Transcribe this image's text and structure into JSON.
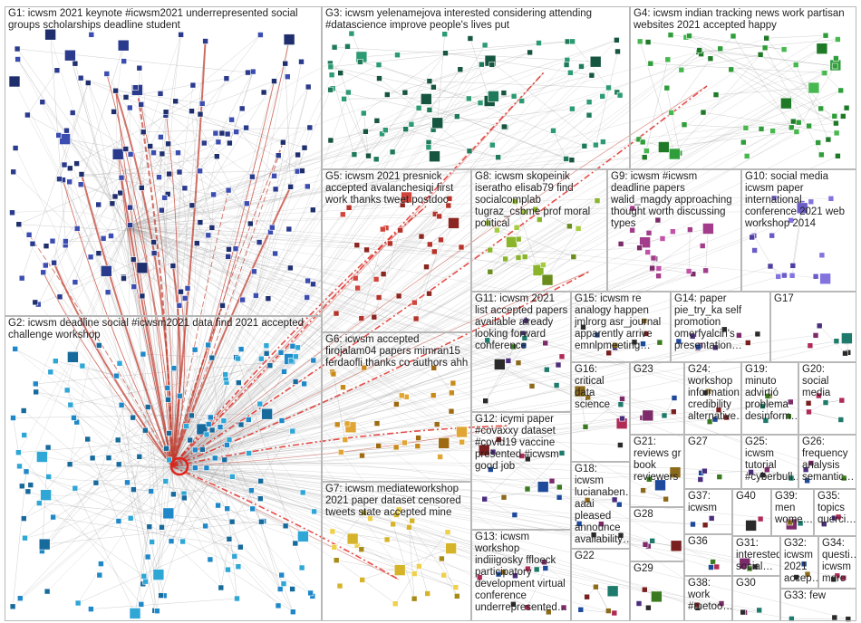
{
  "graph": {
    "groups": [
      {
        "id": "G1",
        "label": "G1: icwsm 2021 keynote #icwsm2021 underrepresented social groups scholarships deadline student"
      },
      {
        "id": "G2",
        "label": "G2: icwsm deadline social #icwsm2021 data find 2021 accepted challenge workshop"
      },
      {
        "id": "G3",
        "label": "G3: icwsm yelenamejova interested considering attending #datascience improve people's lives put"
      },
      {
        "id": "G4",
        "label": "G4: icwsm indian tracking news work partisan websites 2021 accepted happy"
      },
      {
        "id": "G5",
        "label": "G5: icwsm 2021 presnick accepted avalanchesiqi first work thanks tweet postdoc"
      },
      {
        "id": "G6",
        "label": "G6: icwsm accepted firojalam04 papers mimran15 ferdaofli thanks co authors ahh"
      },
      {
        "id": "G7",
        "label": "G7: icwsm mediateworkshop 2021 paper dataset censored tweets state accepted mine"
      },
      {
        "id": "G8",
        "label": "G8: icwsm skopeinik iseratho elisab79 find socialcomplab tugraz_csbme prof moral political"
      },
      {
        "id": "G9",
        "label": "G9: icwsm #icwsm deadline papers walid_magdy approaching thought worth discussing types"
      },
      {
        "id": "G10",
        "label": "G10: social media icwsm paper international conference 2021 web workshop 2014"
      },
      {
        "id": "G11",
        "label": "G11: icwsm 2021 list accepted papers available already looking forward conference"
      },
      {
        "id": "G12",
        "label": "G12: icymi paper #covaxxy dataset #covid19 vaccine presented #icwsm good job"
      },
      {
        "id": "G13",
        "label": "G13: icwsm workshop indiiigosky ffloeck participatory development virtual conference underrepresented…"
      },
      {
        "id": "G14",
        "label": "G14: paper pie_try_ka self promotion omerfyalcin's presentation…"
      },
      {
        "id": "G15",
        "label": "G15: icwsm re analogy happen jmlrorg asr_journal apparently arrive emnlpmeeting…"
      },
      {
        "id": "G16",
        "label": "G16: critical data science"
      },
      {
        "id": "G17",
        "label": "G17"
      },
      {
        "id": "G18",
        "label": "G18: icwsm lucianaben… aaai pleased announce availability…"
      },
      {
        "id": "G19",
        "label": "G19: minuto advirtió problema desinform…"
      },
      {
        "id": "G20",
        "label": "G20: social media"
      },
      {
        "id": "G21",
        "label": "G21: reviews gr book reviewers"
      },
      {
        "id": "G22",
        "label": "G22"
      },
      {
        "id": "G23",
        "label": "G23"
      },
      {
        "id": "G24",
        "label": "G24: workshop information credibility alternative…"
      },
      {
        "id": "G25",
        "label": "G25: icwsm tutorial #cyberbull…"
      },
      {
        "id": "G26",
        "label": "G26: frequency analysis semantic…"
      },
      {
        "id": "G27",
        "label": "G27"
      },
      {
        "id": "G28",
        "label": "G28"
      },
      {
        "id": "G29",
        "label": "G29"
      },
      {
        "id": "G30",
        "label": "G30"
      },
      {
        "id": "G31",
        "label": "G31: interested social…"
      },
      {
        "id": "G32",
        "label": "G32: icwsm 2021 accep…"
      },
      {
        "id": "G33",
        "label": "G33: few"
      },
      {
        "id": "G34",
        "label": "G34: questi… icwsm more"
      },
      {
        "id": "G35",
        "label": "G35: topics querci…"
      },
      {
        "id": "G36",
        "label": "G36"
      },
      {
        "id": "G37",
        "label": "G37: icwsm"
      },
      {
        "id": "G38",
        "label": "G38: work #metoo…"
      },
      {
        "id": "G39",
        "label": "G39: men wome…"
      },
      {
        "id": "G40",
        "label": "G40"
      }
    ],
    "colors": {
      "edge_gray": "#9a9a9a",
      "edge_red": "#c0392b",
      "edge_red_strong": "#e0221c",
      "border": "#b8b8b8"
    }
  }
}
